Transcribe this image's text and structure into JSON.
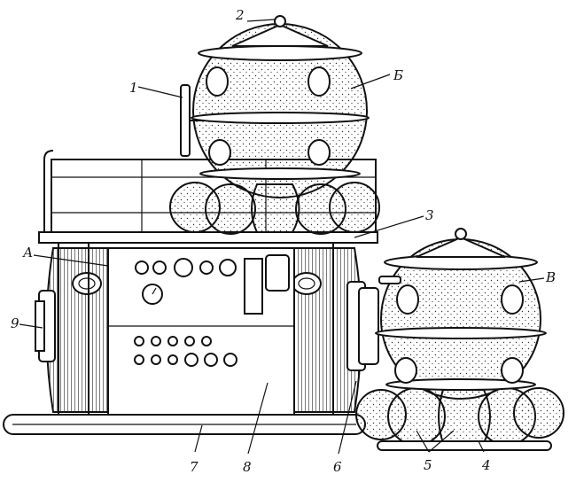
{
  "labels": {
    "l1": "1",
    "l2": "2",
    "l3": "3",
    "l4": "4",
    "l5": "5",
    "l6": "6",
    "l7": "7",
    "l8": "8",
    "l9": "9",
    "lA": "А",
    "lB": "Б",
    "lV": "В"
  }
}
